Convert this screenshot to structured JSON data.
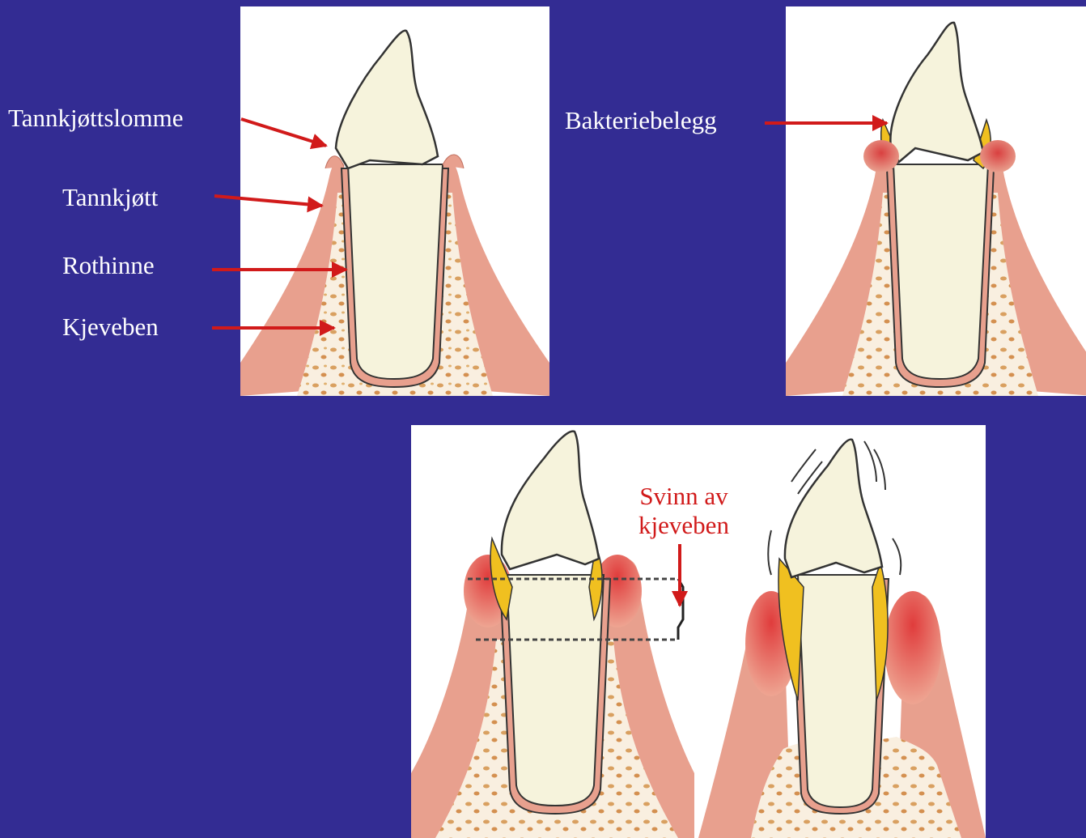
{
  "labels": {
    "pocket": "Tannkjøttslomme",
    "gum": "Tannkjøtt",
    "root_membrane": "Rothinne",
    "jawbone": "Kjeveben",
    "plaque": "Bakteriebelegg",
    "bone_loss_line1": "Svinn av",
    "bone_loss_line2": "kjeveben"
  },
  "colors": {
    "background": "#332c93",
    "arrow": "#d11a1a",
    "gum": "#e8a08e",
    "inflamed_gum": "#e0524a",
    "bone_spots": "#d9a060",
    "tooth": "#f6f3dc",
    "plaque": "#f0c020"
  }
}
